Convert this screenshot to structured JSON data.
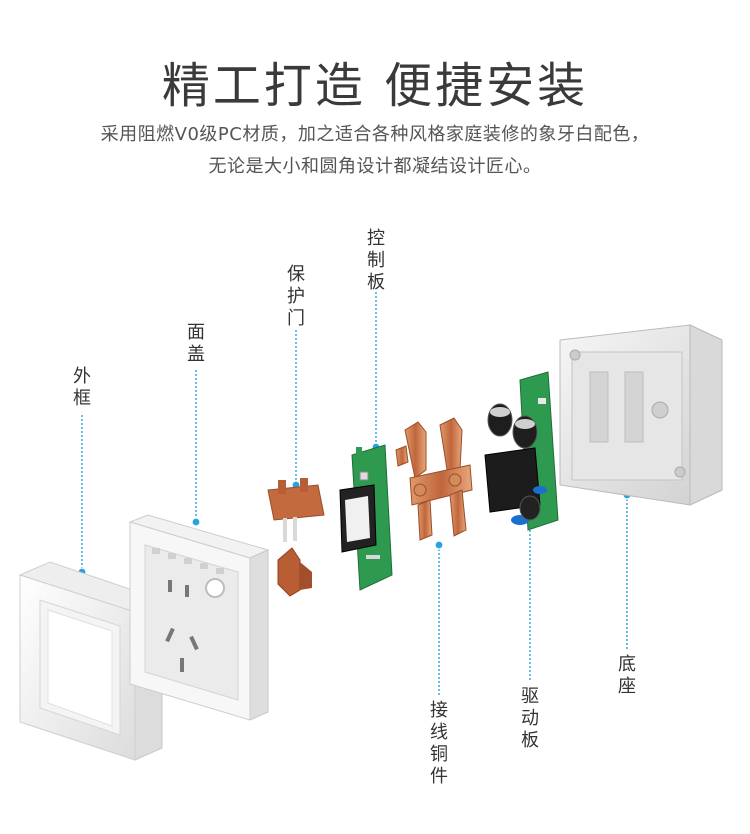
{
  "heading": {
    "title": "精工打造 便捷安装",
    "line1": "采用阻燃V0级PC材质，加之适合各种风格家庭装修的象牙白配色，",
    "line2": "无论是大小和圆角设计都凝结设计匠心。"
  },
  "labels": {
    "outer_frame": "外框",
    "face_cover": "面盖",
    "protective_door": "保护门",
    "control_board": "控制板",
    "wiring_copper": "接线铜件",
    "driver_board": "驱动板",
    "base": "底座"
  },
  "colors": {
    "accent_line": "#29a3e0",
    "pcb_green": "#2e9a4f",
    "copper": "#c9784a",
    "shell": "#f2f2f2"
  }
}
